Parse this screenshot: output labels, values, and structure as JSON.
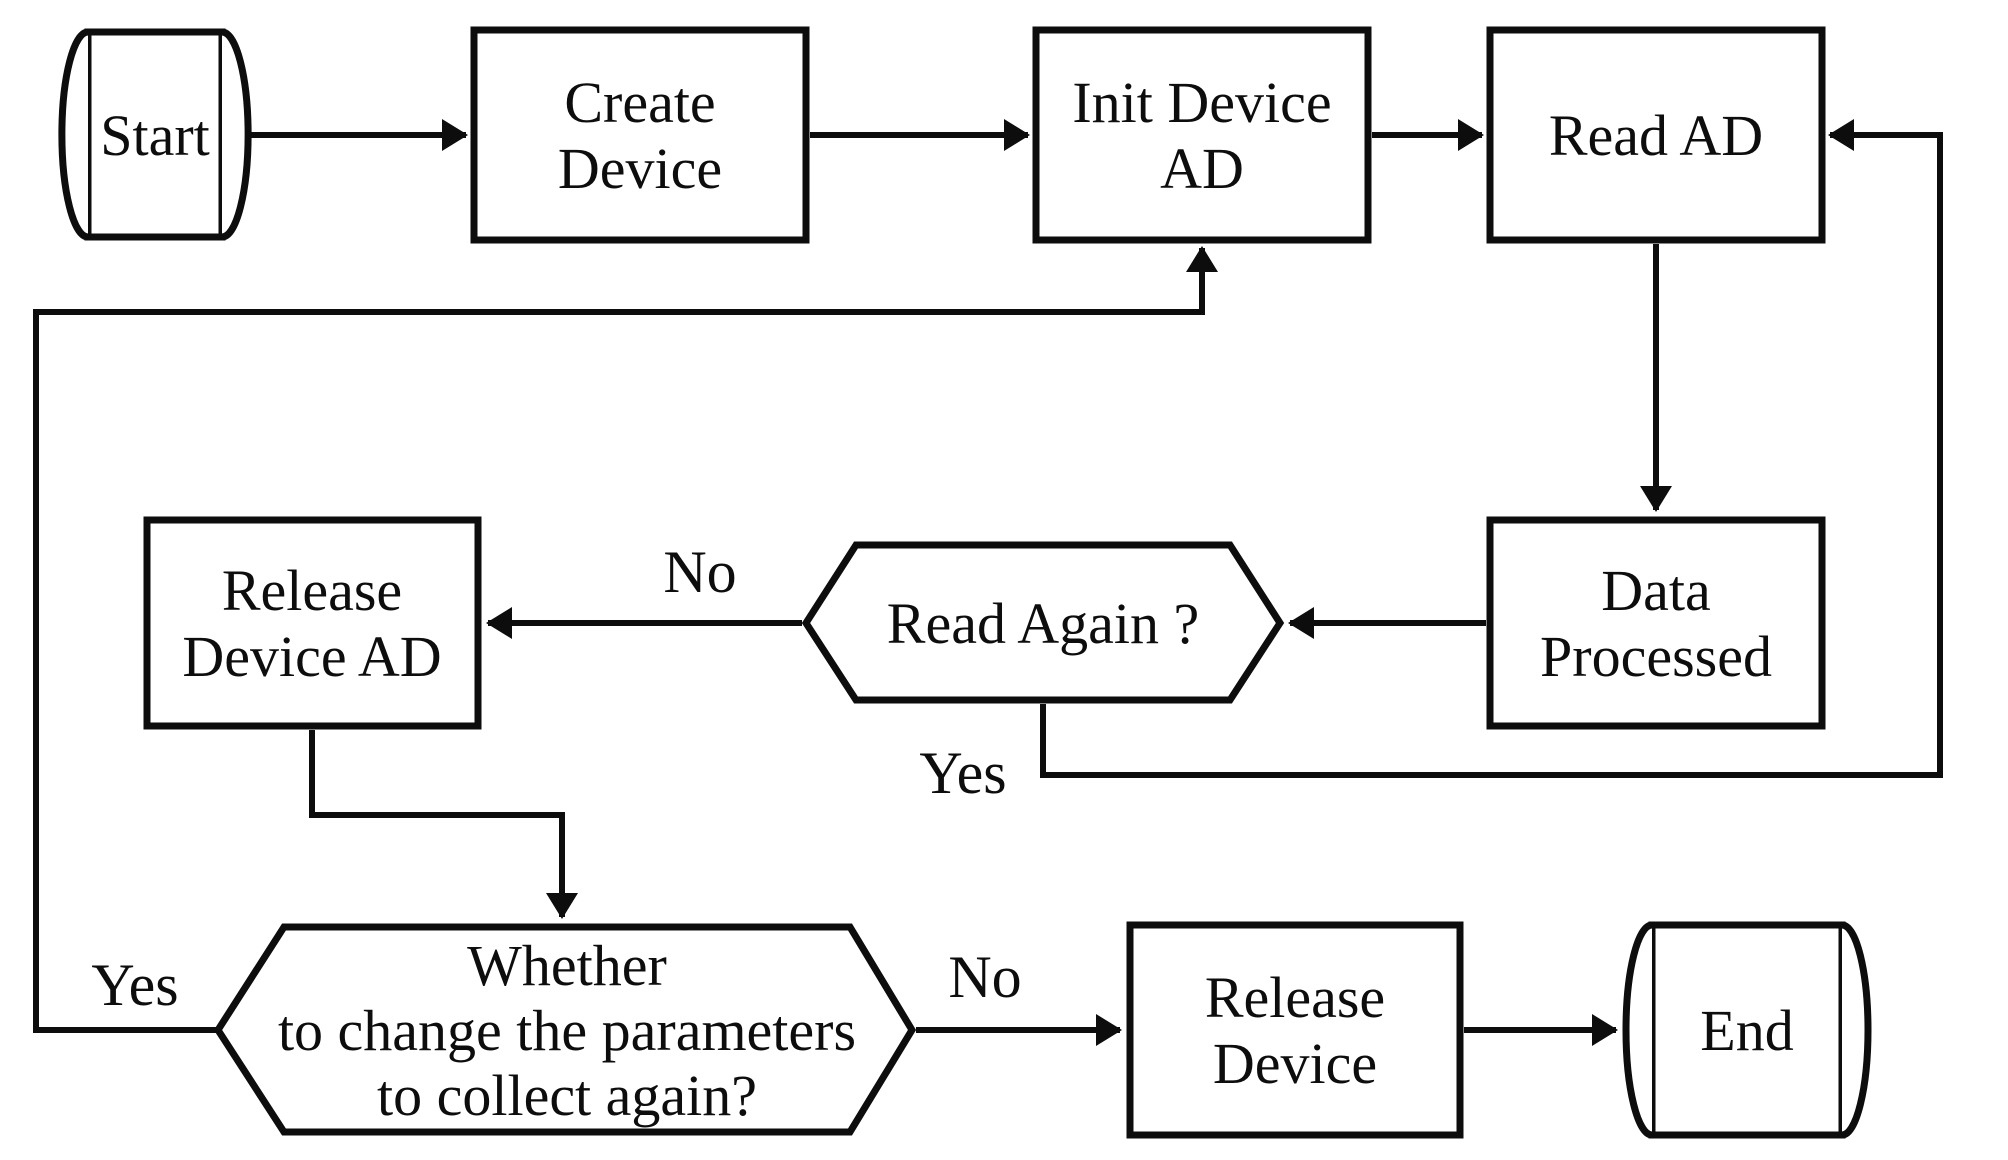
{
  "diagram": {
    "nodes": {
      "start": {
        "shape": "terminal-barrel",
        "label": "Start"
      },
      "create_device": {
        "shape": "process-rect",
        "lines": [
          "Create",
          "Device"
        ]
      },
      "init_device_ad": {
        "shape": "process-rect",
        "lines": [
          "Init Device",
          "AD"
        ]
      },
      "read_ad": {
        "shape": "process-rect",
        "label": "Read AD"
      },
      "data_processed": {
        "shape": "process-rect",
        "lines": [
          "Data",
          "Processed"
        ]
      },
      "read_again": {
        "shape": "decision-hexagon",
        "label": "Read Again ?"
      },
      "release_device_ad": {
        "shape": "process-rect",
        "lines": [
          "Release",
          "Device AD"
        ]
      },
      "whether_change": {
        "shape": "decision-hexagon",
        "lines": [
          "Whether",
          "to change the parameters",
          "to collect again?"
        ]
      },
      "release_device": {
        "shape": "process-rect",
        "lines": [
          "Release",
          "Device"
        ]
      },
      "end": {
        "shape": "terminal-barrel",
        "label": "End"
      }
    },
    "edge_labels": {
      "read_again_no": "No",
      "read_again_yes": "Yes",
      "whether_yes": "Yes",
      "whether_no": "No"
    },
    "colors": {
      "ink": "#0d0d0d",
      "background": "#ffffff"
    }
  }
}
